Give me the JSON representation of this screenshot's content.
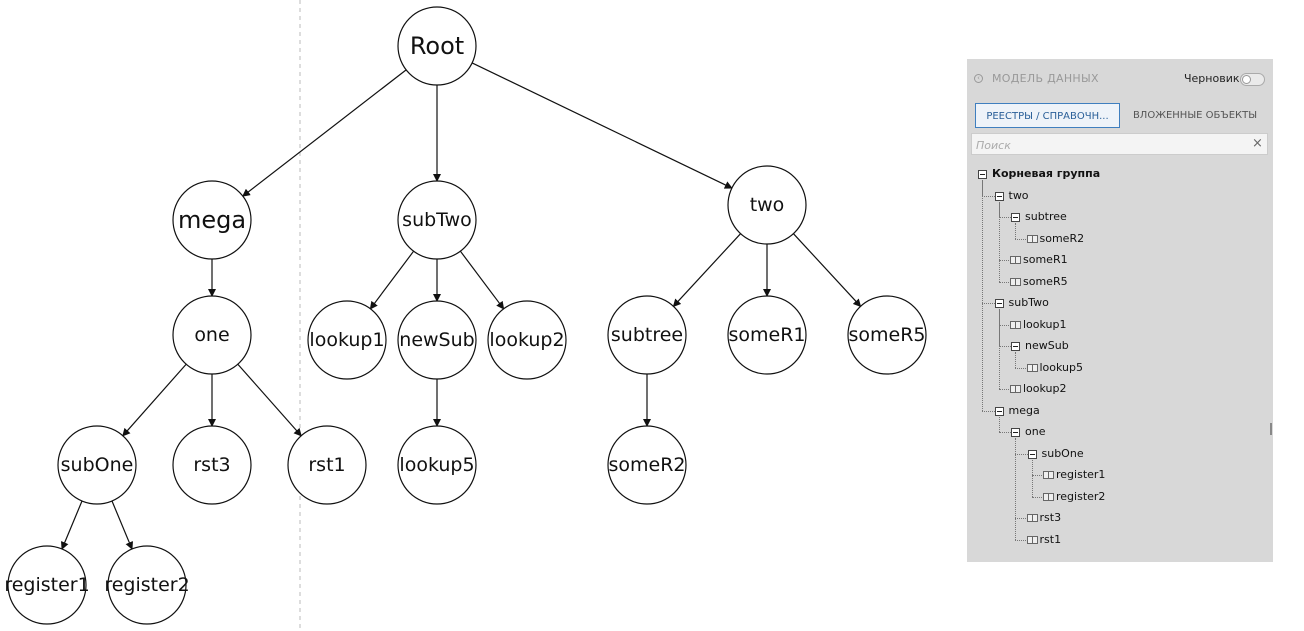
{
  "graph": {
    "nodes": [
      {
        "id": "root",
        "label": "Root"
      },
      {
        "id": "mega",
        "label": "mega"
      },
      {
        "id": "subTwo",
        "label": "subTwo"
      },
      {
        "id": "two",
        "label": "two"
      },
      {
        "id": "one",
        "label": "one"
      },
      {
        "id": "lookup1",
        "label": "lookup1"
      },
      {
        "id": "newSub",
        "label": "newSub"
      },
      {
        "id": "lookup2",
        "label": "lookup2"
      },
      {
        "id": "subtree",
        "label": "subtree"
      },
      {
        "id": "someR1",
        "label": "someR1"
      },
      {
        "id": "someR5",
        "label": "someR5"
      },
      {
        "id": "subOne",
        "label": "subOne"
      },
      {
        "id": "rst3",
        "label": "rst3"
      },
      {
        "id": "rst1",
        "label": "rst1"
      },
      {
        "id": "lookup5",
        "label": "lookup5"
      },
      {
        "id": "someR2",
        "label": "someR2"
      },
      {
        "id": "register1",
        "label": "register1"
      },
      {
        "id": "register2",
        "label": "register2"
      }
    ],
    "edges": [
      [
        "root",
        "mega"
      ],
      [
        "root",
        "subTwo"
      ],
      [
        "root",
        "two"
      ],
      [
        "mega",
        "one"
      ],
      [
        "subTwo",
        "lookup1"
      ],
      [
        "subTwo",
        "newSub"
      ],
      [
        "subTwo",
        "lookup2"
      ],
      [
        "two",
        "subtree"
      ],
      [
        "two",
        "someR1"
      ],
      [
        "two",
        "someR5"
      ],
      [
        "one",
        "subOne"
      ],
      [
        "one",
        "rst3"
      ],
      [
        "one",
        "rst1"
      ],
      [
        "newSub",
        "lookup5"
      ],
      [
        "subtree",
        "someR2"
      ],
      [
        "subOne",
        "register1"
      ],
      [
        "subOne",
        "register2"
      ]
    ]
  },
  "panel": {
    "title": "МОДЕЛЬ ДАННЫХ",
    "draft_label": "Черновик",
    "draft_enabled": false,
    "tabs": [
      {
        "label": "РЕЕСТРЫ / СПРАВОЧН...",
        "active": true
      },
      {
        "label": "ВЛОЖЕННЫЕ ОБЪЕКТЫ",
        "active": false
      }
    ],
    "search": {
      "value": "",
      "placeholder": "Поиск"
    },
    "tree": [
      {
        "label": "Корневая группа",
        "type": "group",
        "depth": 0
      },
      {
        "label": "two",
        "type": "group",
        "depth": 1
      },
      {
        "label": "subtree",
        "type": "group",
        "depth": 2
      },
      {
        "label": "someR2",
        "type": "register",
        "depth": 3
      },
      {
        "label": "someR1",
        "type": "register",
        "depth": 2
      },
      {
        "label": "someR5",
        "type": "register",
        "depth": 2
      },
      {
        "label": "subTwo",
        "type": "group",
        "depth": 1
      },
      {
        "label": "lookup1",
        "type": "lookup",
        "depth": 2
      },
      {
        "label": "newSub",
        "type": "group",
        "depth": 2
      },
      {
        "label": "lookup5",
        "type": "lookup",
        "depth": 3
      },
      {
        "label": "lookup2",
        "type": "lookup",
        "depth": 2
      },
      {
        "label": "mega",
        "type": "group",
        "depth": 1
      },
      {
        "label": "one",
        "type": "group",
        "depth": 2
      },
      {
        "label": "subOne",
        "type": "group",
        "depth": 3
      },
      {
        "label": "register1",
        "type": "register",
        "depth": 4
      },
      {
        "label": "register2",
        "type": "register",
        "depth": 4
      },
      {
        "label": "rst3",
        "type": "register",
        "depth": 3
      },
      {
        "label": "rst1",
        "type": "register",
        "depth": 3
      }
    ]
  },
  "icons": {
    "collapse": "chevron-left-circle-icon",
    "clear": "close-icon",
    "group_toggle": "minus-square-icon",
    "register": "book-icon",
    "lookup": "table-icon"
  }
}
